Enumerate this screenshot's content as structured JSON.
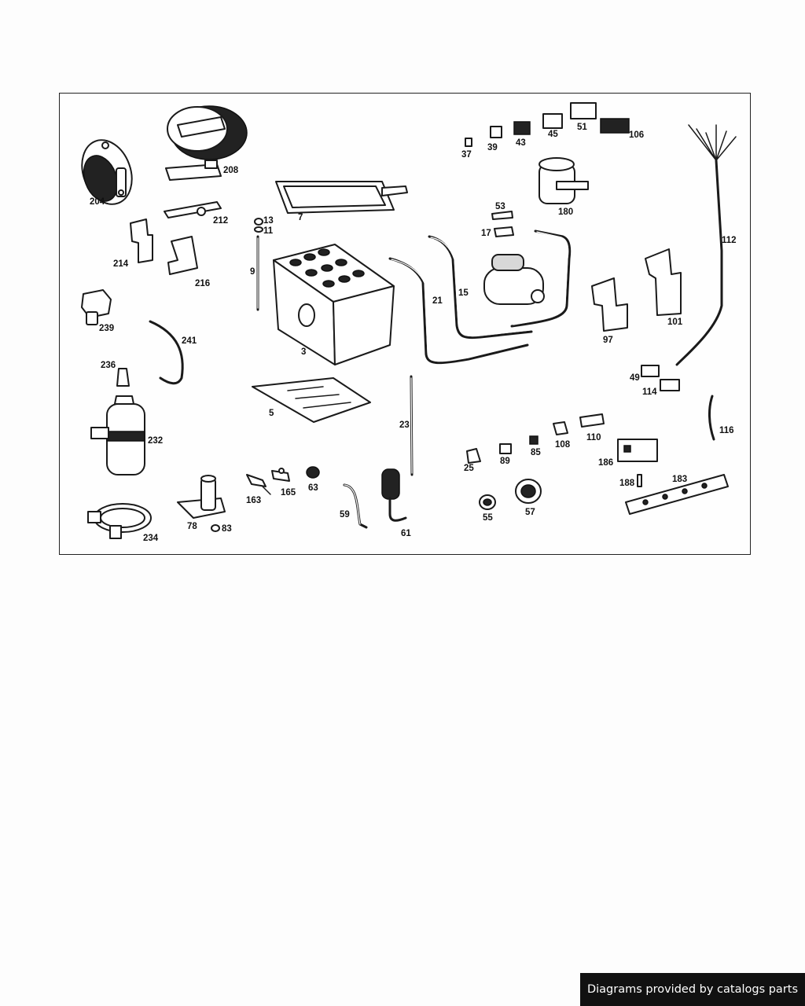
{
  "footer": {
    "text": "Diagrams provided by catalogs parts"
  },
  "callouts": {
    "c204": "204",
    "c208": "208",
    "c212": "212",
    "c214": "214",
    "c216": "216",
    "c239": "239",
    "c241": "241",
    "c236": "236",
    "c232": "232",
    "c234": "234",
    "c78": "78",
    "c83": "83",
    "c163": "163",
    "c165": "165",
    "c63": "63",
    "c59": "59",
    "c61": "61",
    "c23": "23",
    "c25": "25",
    "c89": "89",
    "c85": "85",
    "c55": "55",
    "c57": "57",
    "c108": "108",
    "c110": "110",
    "c186": "186",
    "c188": "188",
    "c183": "183",
    "c116": "116",
    "c49": "49",
    "c114": "114",
    "c97": "97",
    "c101": "101",
    "c112": "112",
    "c180": "180",
    "c37": "37",
    "c39": "39",
    "c43": "43",
    "c45": "45",
    "c51": "51",
    "c106": "106",
    "c53": "53",
    "c17": "17",
    "c15": "15",
    "c21": "21",
    "c7": "7",
    "c13": "13",
    "c11": "11",
    "c9": "9",
    "c3": "3",
    "c5": "5"
  }
}
